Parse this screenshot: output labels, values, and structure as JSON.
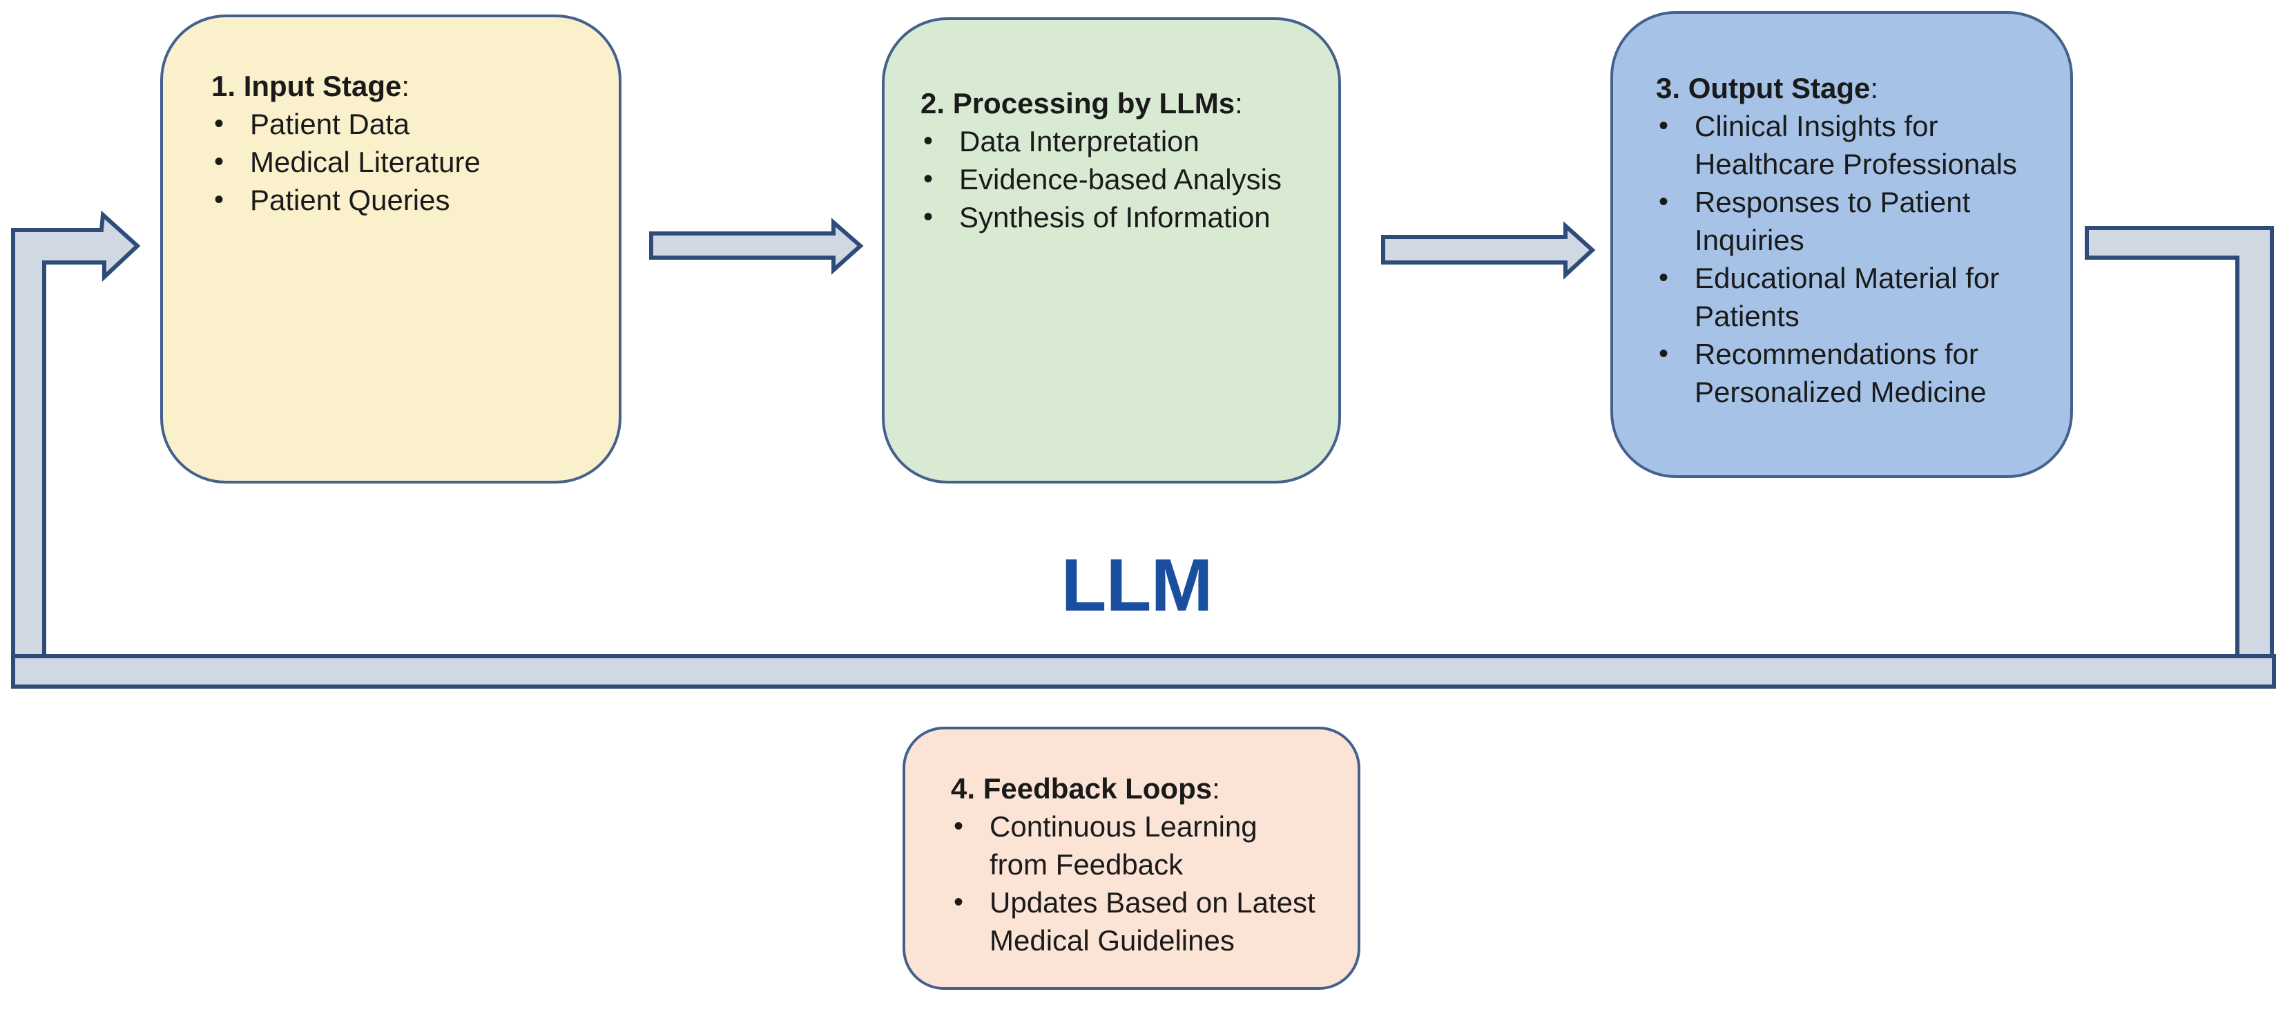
{
  "colors": {
    "page_bg": "#FFFFFF",
    "text": "#1A1A1A",
    "box_stroke": "#44618D",
    "connector_fill": "#CFD8E3",
    "connector_stroke": "#2E4C77",
    "input_fill": "#FBF0CC",
    "processing_fill": "#D9EAD3",
    "output_fill": "#A6C3E7",
    "feedback_fill": "#FBE4D6",
    "llm_text": "#1A4E9E"
  },
  "diagram": {
    "llm_label": "LLM",
    "boxes": {
      "input": {
        "title": "1. Input Stage",
        "suffix": ":",
        "bullets": [
          "Patient Data",
          "Medical Literature",
          "Patient Queries"
        ]
      },
      "processing": {
        "title": "2. Processing by LLMs",
        "suffix": ":",
        "bullets": [
          "Data Interpretation",
          "Evidence-based Analysis",
          "Synthesis of Information"
        ]
      },
      "output": {
        "title": "3. Output Stage",
        "suffix": ":",
        "bullets": [
          "Clinical Insights for\nHealthcare Professionals",
          "Responses to Patient\nInquiries",
          "Educational Material for\nPatients",
          "Recommendations for\nPersonalized Medicine"
        ]
      },
      "feedback": {
        "title": "4. Feedback Loops",
        "suffix": ":",
        "bullets": [
          "Continuous Learning\nfrom Feedback",
          "Updates Based on Latest\nMedical Guidelines"
        ]
      }
    }
  }
}
